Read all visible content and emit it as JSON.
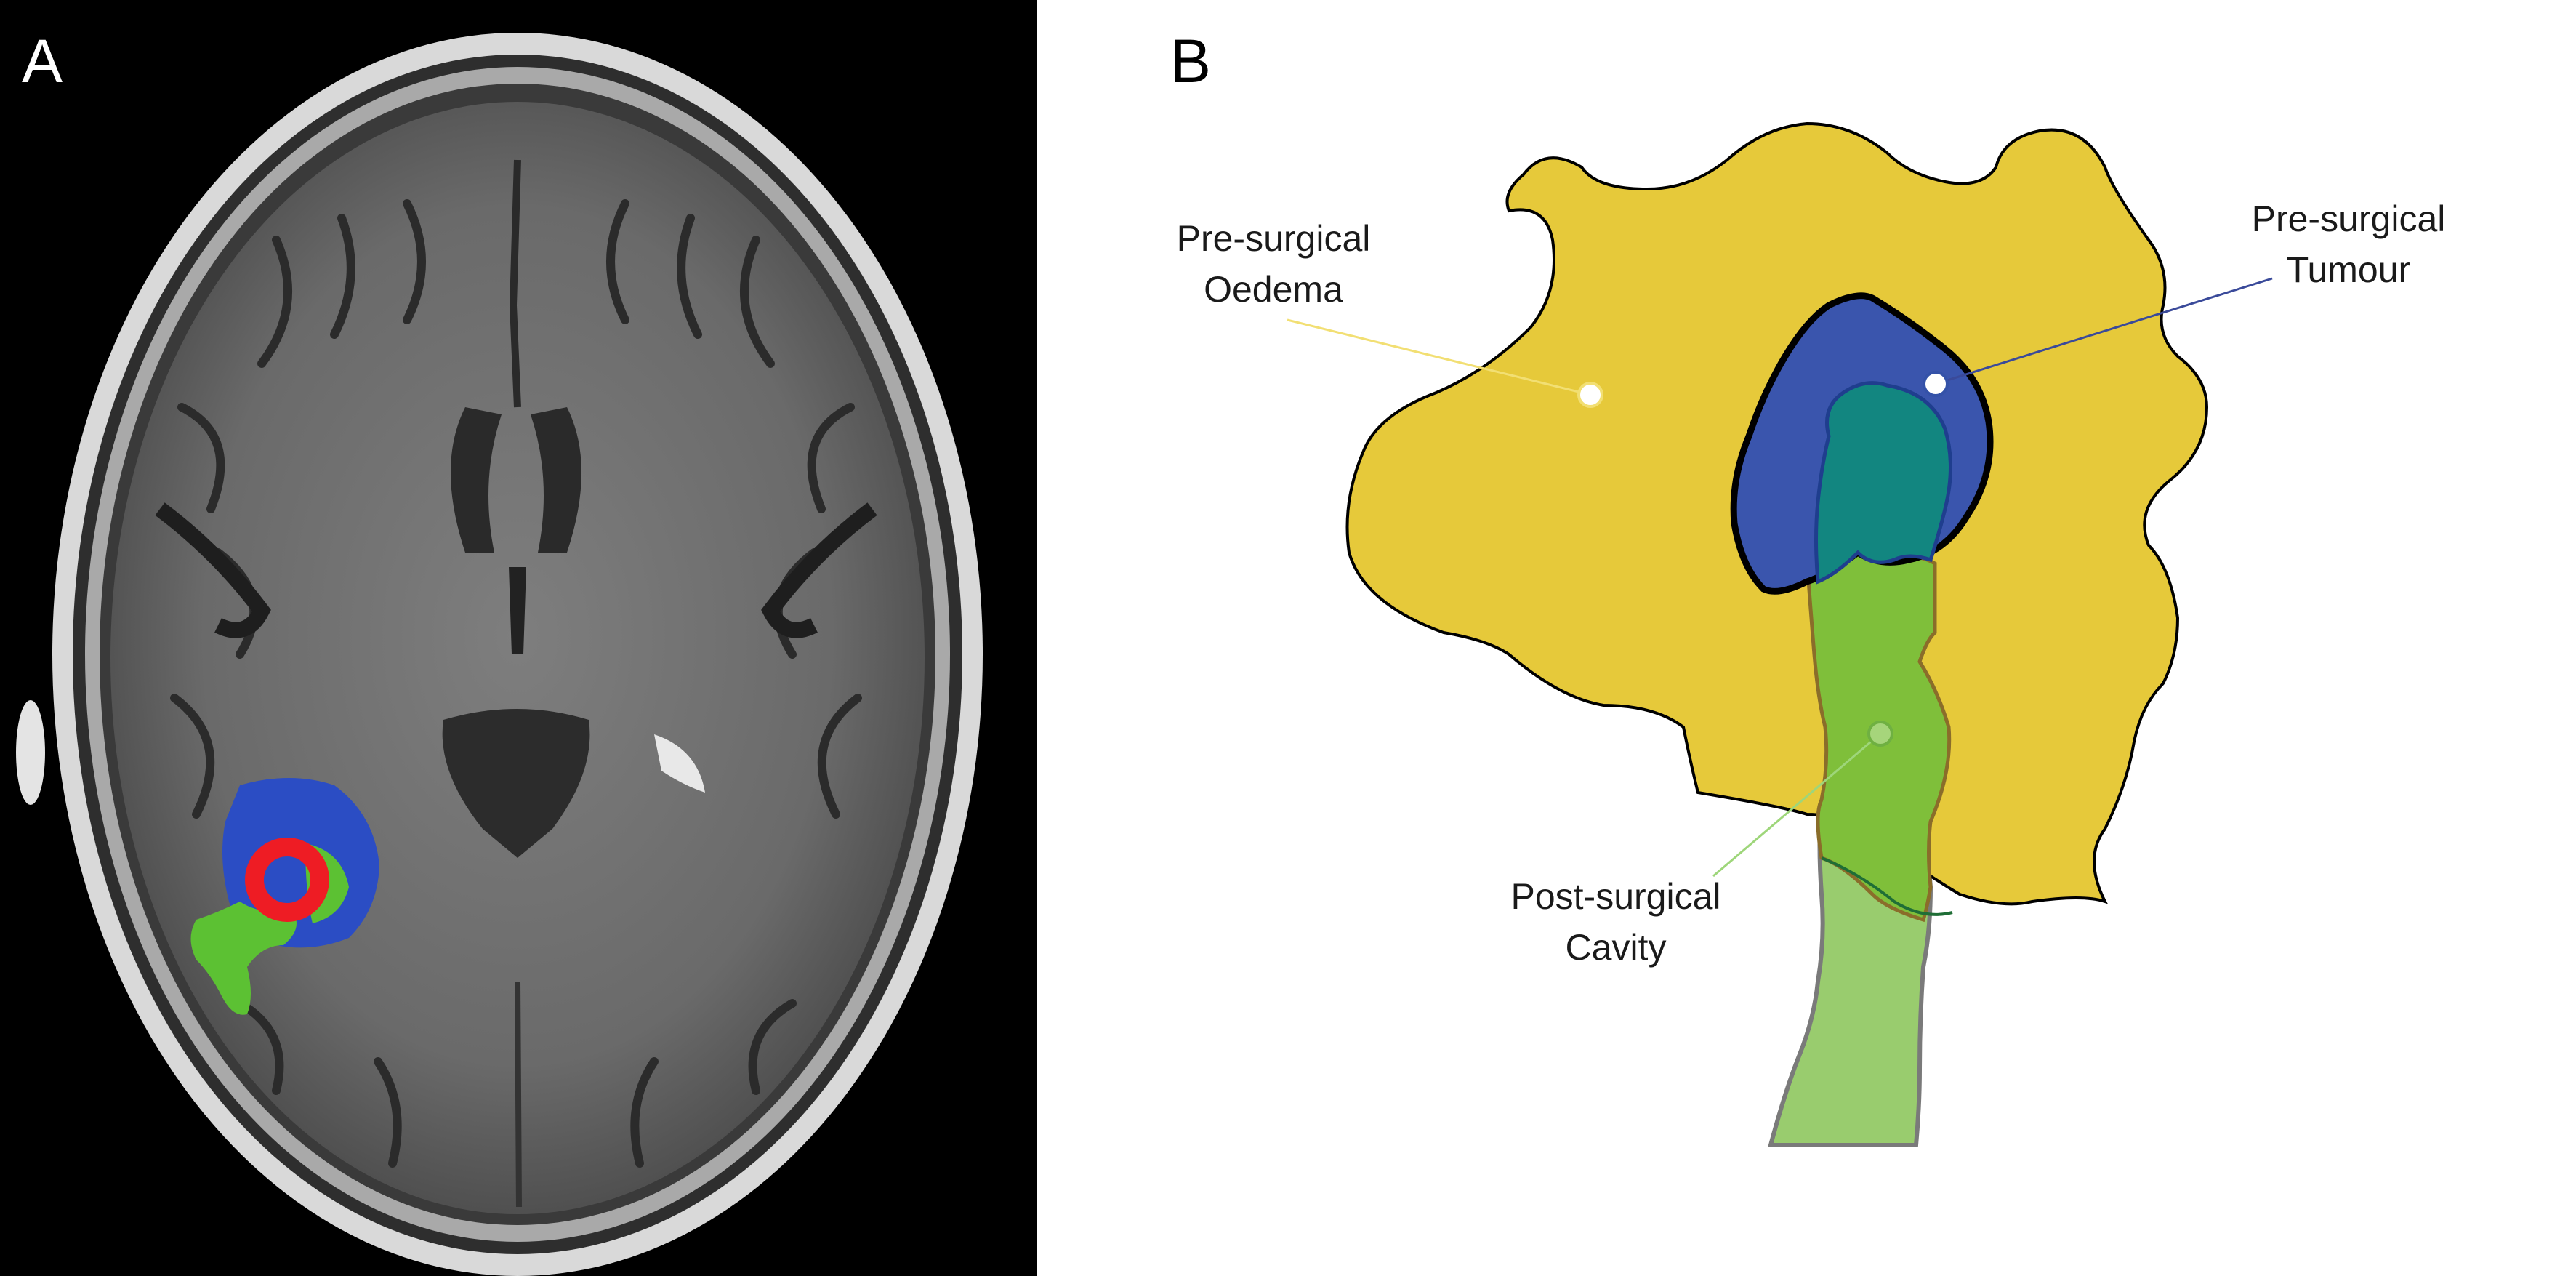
{
  "panel_a": {
    "label": "A"
  },
  "panel_b": {
    "label": "B",
    "callouts": {
      "oedema": {
        "line1": "Pre-surgical",
        "line2": "Oedema",
        "color": "#e6c93a"
      },
      "tumour": {
        "line1": "Pre-surgical",
        "line2": "Tumour",
        "color": "#3452a8"
      },
      "cavity": {
        "line1": "Post-surgical",
        "line2": "Cavity",
        "color": "#7cc043"
      }
    }
  },
  "colors": {
    "oedema_fill": "#e6c93a",
    "tumour_fill": "#3a55ad",
    "cavity_fill": "#86c34a",
    "overlap_fill": "#128680",
    "mri_tumour_core": "#ee1c24",
    "mri_oedema": "#2b4dc4",
    "mri_cavity": "#5cc133"
  }
}
